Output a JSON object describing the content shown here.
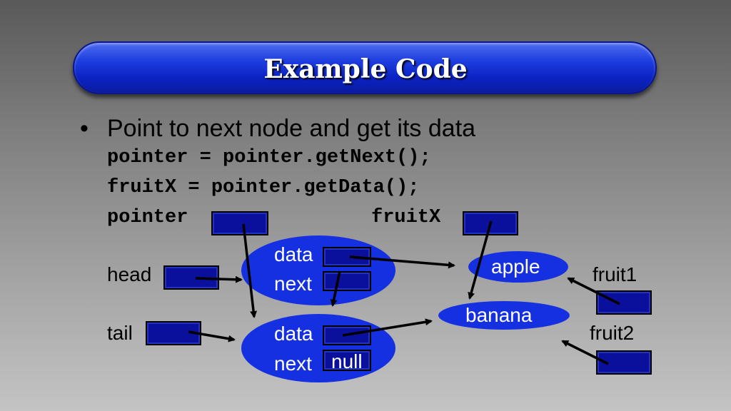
{
  "title": "Example Code",
  "bullet": {
    "marker": "•",
    "text": "Point to next node and get its data"
  },
  "code": [
    "pointer = pointer.getNext();",
    "fruitX = pointer.getData();"
  ],
  "diagram": {
    "variables": {
      "pointer": "pointer",
      "fruitX": "fruitX",
      "head": "head",
      "tail": "tail",
      "fruit1": "fruit1",
      "fruit2": "fruit2"
    },
    "node1": {
      "data_label": "data",
      "next_label": "next"
    },
    "node2": {
      "data_label": "data",
      "next_label": "next",
      "next_value": "null"
    },
    "strings": {
      "apple": "apple",
      "banana": "banana"
    }
  },
  "colors": {
    "title_bar": "#1f3fe0",
    "box_fill": "#0a0f9c",
    "ellipse_fill": "#1530e0"
  }
}
